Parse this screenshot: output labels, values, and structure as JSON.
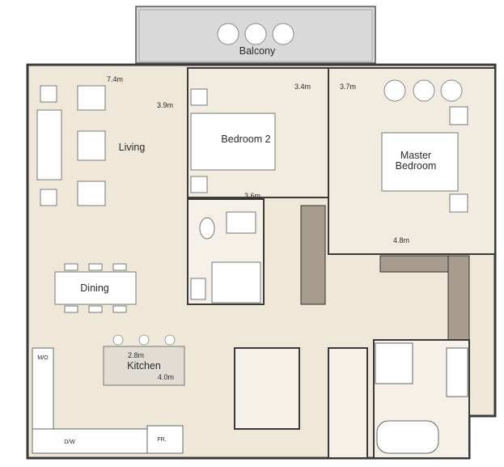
{
  "rooms": {
    "balcony": "Balcony",
    "living": "Living",
    "bedroom2": "Bedroom 2",
    "master_line1": "Master",
    "master_line2": "Bedroom",
    "dining": "Dining",
    "kitchen": "Kitchen"
  },
  "dimensions": {
    "living_width": "7.4m",
    "living_depth": "3.9m",
    "bedroom2_width": "3.4m",
    "master_width": "3.7m",
    "bath_width": "3.6m",
    "master_depth": "4.8m",
    "kitchen_depth": "2.8m",
    "kitchen_width": "4.0m"
  },
  "appliances": {
    "microwave": "M/O",
    "dishwasher": "D/W",
    "fridge": "FR."
  },
  "colors": {
    "floor": "#efe8d8",
    "wall": "#3a3a3a",
    "balcony": "#d9d9d9",
    "wardrobe": "#a89c8e",
    "furniture": "#ffffff"
  }
}
